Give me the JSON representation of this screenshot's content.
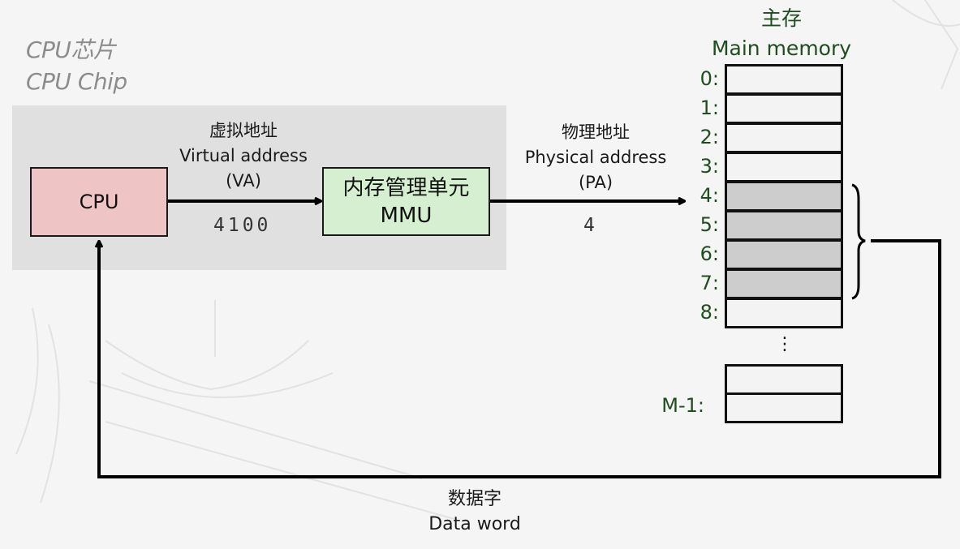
{
  "chip": {
    "title_cn": "CPU芯片",
    "title_en": "CPU Chip"
  },
  "cpu": {
    "label": "CPU"
  },
  "mmu": {
    "label_cn": "内存管理单元",
    "label_en": "MMU"
  },
  "virtual_address": {
    "label_cn": "虚拟地址",
    "label_en": "Virtual address",
    "abbr": "(VA)",
    "value": "4100"
  },
  "physical_address": {
    "label_cn": "物理地址",
    "label_en": "Physical address",
    "abbr": "(PA)",
    "value": "4"
  },
  "main_memory": {
    "title_cn": "主存",
    "title_en": "Main memory",
    "addresses": [
      "0:",
      "1:",
      "2:",
      "3:",
      "4:",
      "5:",
      "6:",
      "7:",
      "8:"
    ],
    "highlighted": [
      "4:",
      "5:",
      "6:",
      "7:"
    ],
    "ellipsis": "⋮",
    "last_address": "M-1:"
  },
  "data_word": {
    "label_cn": "数据字",
    "label_en": "Data word"
  },
  "colors": {
    "cpu_fill": "#efc4c4",
    "mmu_fill": "#d6efd1",
    "chip_region": "#e0e0e0",
    "memory_text": "#1f4d1f",
    "highlight_cell": "#cdcdcd"
  }
}
